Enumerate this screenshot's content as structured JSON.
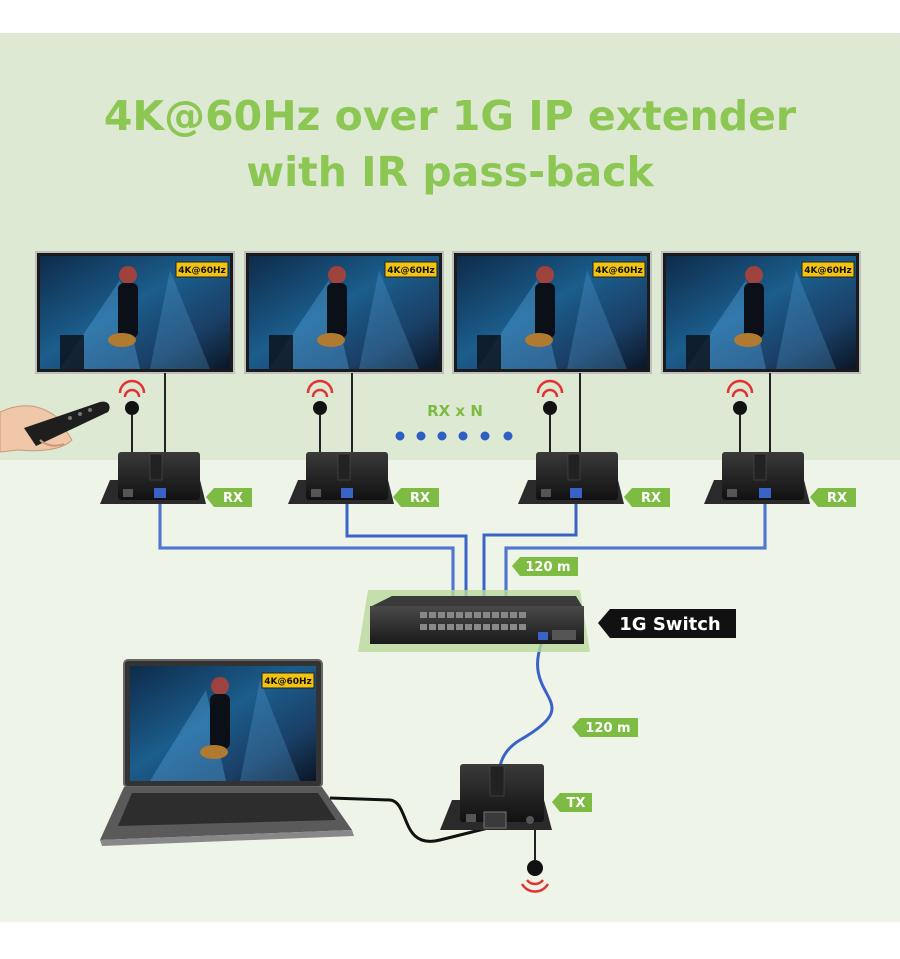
{
  "diagram": {
    "title_line1": "4K@60Hz over 1G IP extender",
    "title_line2": "with IR pass-back",
    "display_badge": "4K@60Hz",
    "laptop_badge": "4K@60Hz",
    "receivers": [
      {
        "label": "RX"
      },
      {
        "label": "RX"
      },
      {
        "label": "RX"
      },
      {
        "label": "RX"
      }
    ],
    "rx_count_label": "RX x N",
    "switch_label": "1G Switch",
    "cable_top_label": "120 m",
    "cable_bottom_label": "120 m",
    "transmitter_label": "TX",
    "colors": {
      "title_green": "#8cc653",
      "label_green": "#7dbb42",
      "cable_blue": "#3a63c7",
      "dots_blue": "#2d5fc4",
      "ir_red": "#e33232",
      "badge_yellow": "#f2c40f"
    },
    "icons": [
      "remote-control-icon",
      "ir-signal-icon",
      "ir-receiver-icon",
      "ir-emitter-icon"
    ]
  }
}
